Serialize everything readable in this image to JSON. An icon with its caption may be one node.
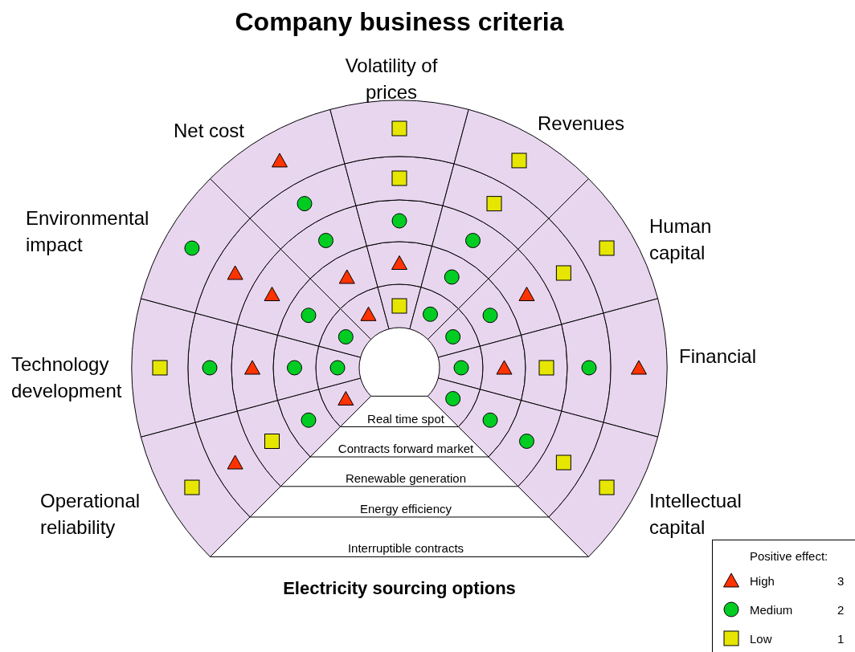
{
  "diagram": {
    "title": "Company business criteria",
    "caption": "Electricity sourcing options",
    "labels": [
      "Operational reliability",
      "Technology development",
      "Environmental impact",
      "Net cost",
      "Volatility of prices",
      "Revenues",
      "Human capital",
      "Financial",
      "Intellectual capital",
      "Real time spot",
      "Contracts forward market",
      "Renewable generation",
      "Energy efficiency",
      "Interruptible contracts",
      "Positive effect:",
      "3",
      "2",
      "1"
    ],
    "legend": [
      {
        "text": "High"
      },
      {
        "text": "Medium"
      },
      {
        "text": "Low"
      }
    ]
  }
}
